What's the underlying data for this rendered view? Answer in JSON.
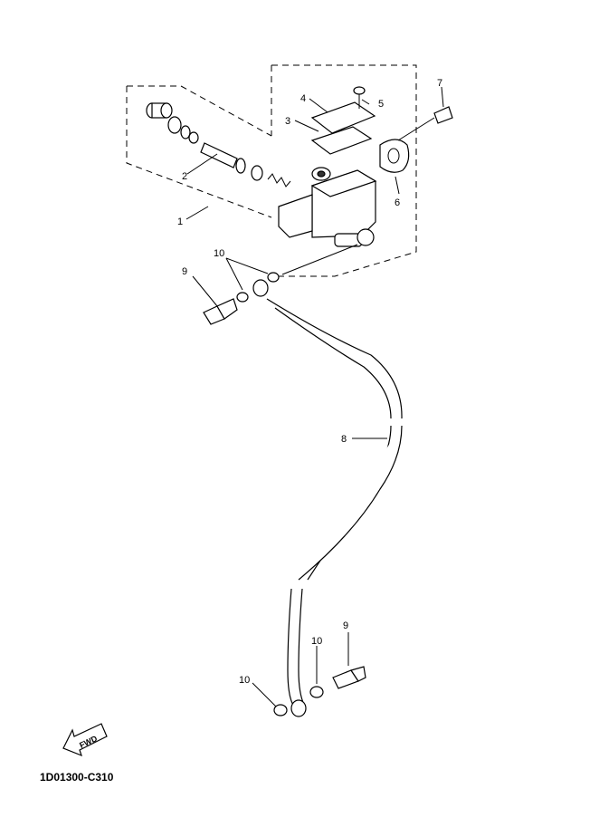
{
  "callouts": {
    "c1": "1",
    "c2": "2",
    "c3": "3",
    "c4": "4",
    "c5": "5",
    "c6": "6",
    "c7": "7",
    "c8": "8",
    "c9_top": "9",
    "c10_top": "10",
    "c9_bottom": "9",
    "c10_bottom_right": "10",
    "c10_bottom_left": "10"
  },
  "direction_badge": "FWD",
  "diagram_code": "1D01300-C310"
}
